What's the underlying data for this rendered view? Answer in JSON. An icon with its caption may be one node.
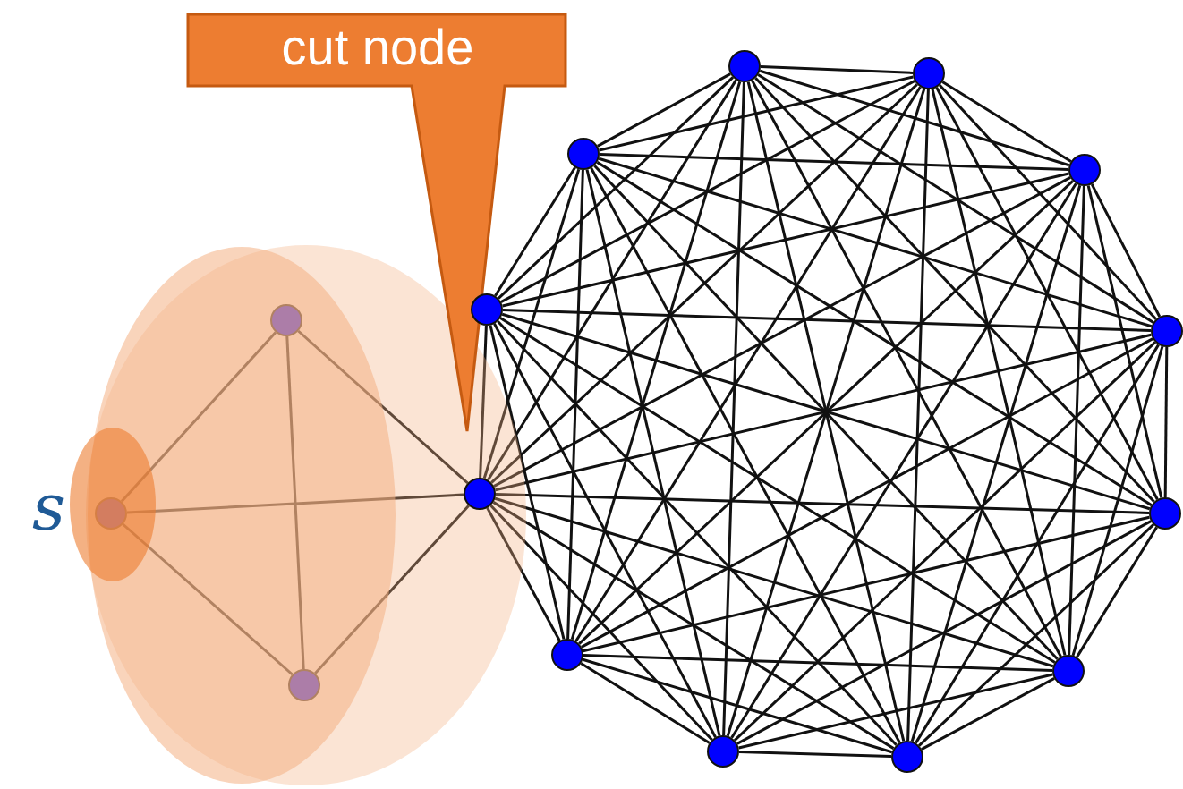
{
  "diagram": {
    "nodes": [
      {
        "text": [
          "cut node"
        ]
      },
      {
        "text": [],
        "shape": "circle",
        "beside": [
          "s"
        ]
      },
      {
        "text": [],
        "shape": "circle"
      },
      {
        "text": [],
        "shape": "circle"
      },
      {
        "text": [],
        "shape": "circle"
      },
      {
        "text": [],
        "shape": "circle"
      },
      {
        "text": [],
        "shape": "circle"
      },
      {
        "text": [],
        "shape": "circle"
      },
      {
        "text": [],
        "shape": "circle"
      },
      {
        "text": [],
        "shape": "circle"
      },
      {
        "text": [],
        "shape": "circle"
      },
      {
        "text": [],
        "shape": "circle"
      },
      {
        "text": [],
        "shape": "circle"
      },
      {
        "text": [],
        "shape": "circle"
      },
      {
        "text": [],
        "shape": "circle"
      },
      {
        "text": [],
        "shape": "circle"
      }
    ],
    "edges": [
      {
        "from": 1,
        "to": 2,
        "arrow": "none"
      },
      {
        "from": 1,
        "to": 3,
        "arrow": "none"
      },
      {
        "from": 1,
        "to": 4,
        "arrow": "none"
      },
      {
        "from": 2,
        "to": 3,
        "arrow": "none"
      },
      {
        "from": 2,
        "to": 4,
        "arrow": "none"
      },
      {
        "from": 3,
        "to": 4,
        "arrow": "none"
      },
      {
        "from": 4,
        "to": 5,
        "arrow": "none"
      },
      {
        "from": 4,
        "to": 6,
        "arrow": "none"
      },
      {
        "from": 4,
        "to": 7,
        "arrow": "none"
      },
      {
        "from": 4,
        "to": 8,
        "arrow": "none"
      },
      {
        "from": 4,
        "to": 9,
        "arrow": "none"
      },
      {
        "from": 4,
        "to": 10,
        "arrow": "none"
      },
      {
        "from": 4,
        "to": 11,
        "arrow": "none"
      },
      {
        "from": 4,
        "to": 12,
        "arrow": "none"
      },
      {
        "from": 4,
        "to": 13,
        "arrow": "none"
      },
      {
        "from": 4,
        "to": 14,
        "arrow": "none"
      },
      {
        "from": 4,
        "to": 15,
        "arrow": "none"
      },
      {
        "from": 5,
        "to": 6,
        "arrow": "none"
      },
      {
        "from": 5,
        "to": 7,
        "arrow": "none"
      },
      {
        "from": 5,
        "to": 8,
        "arrow": "none"
      },
      {
        "from": 5,
        "to": 9,
        "arrow": "none"
      },
      {
        "from": 5,
        "to": 10,
        "arrow": "none"
      },
      {
        "from": 5,
        "to": 11,
        "arrow": "none"
      },
      {
        "from": 5,
        "to": 12,
        "arrow": "none"
      },
      {
        "from": 5,
        "to": 13,
        "arrow": "none"
      },
      {
        "from": 5,
        "to": 14,
        "arrow": "none"
      },
      {
        "from": 5,
        "to": 15,
        "arrow": "none"
      },
      {
        "from": 6,
        "to": 7,
        "arrow": "none"
      },
      {
        "from": 6,
        "to": 8,
        "arrow": "none"
      },
      {
        "from": 6,
        "to": 9,
        "arrow": "none"
      },
      {
        "from": 6,
        "to": 10,
        "arrow": "none"
      },
      {
        "from": 6,
        "to": 11,
        "arrow": "none"
      },
      {
        "from": 6,
        "to": 12,
        "arrow": "none"
      },
      {
        "from": 6,
        "to": 13,
        "arrow": "none"
      },
      {
        "from": 6,
        "to": 14,
        "arrow": "none"
      },
      {
        "from": 6,
        "to": 15,
        "arrow": "none"
      },
      {
        "from": 7,
        "to": 8,
        "arrow": "none"
      },
      {
        "from": 7,
        "to": 9,
        "arrow": "none"
      },
      {
        "from": 7,
        "to": 10,
        "arrow": "none"
      },
      {
        "from": 7,
        "to": 11,
        "arrow": "none"
      },
      {
        "from": 7,
        "to": 12,
        "arrow": "none"
      },
      {
        "from": 7,
        "to": 13,
        "arrow": "none"
      },
      {
        "from": 7,
        "to": 14,
        "arrow": "none"
      },
      {
        "from": 7,
        "to": 15,
        "arrow": "none"
      },
      {
        "from": 8,
        "to": 9,
        "arrow": "none"
      },
      {
        "from": 8,
        "to": 10,
        "arrow": "none"
      },
      {
        "from": 8,
        "to": 11,
        "arrow": "none"
      },
      {
        "from": 8,
        "to": 12,
        "arrow": "none"
      },
      {
        "from": 8,
        "to": 13,
        "arrow": "none"
      },
      {
        "from": 8,
        "to": 14,
        "arrow": "none"
      },
      {
        "from": 8,
        "to": 15,
        "arrow": "none"
      },
      {
        "from": 9,
        "to": 10,
        "arrow": "none"
      },
      {
        "from": 9,
        "to": 11,
        "arrow": "none"
      },
      {
        "from": 9,
        "to": 12,
        "arrow": "none"
      },
      {
        "from": 9,
        "to": 13,
        "arrow": "none"
      },
      {
        "from": 9,
        "to": 14,
        "arrow": "none"
      },
      {
        "from": 9,
        "to": 15,
        "arrow": "none"
      },
      {
        "from": 10,
        "to": 11,
        "arrow": "none"
      },
      {
        "from": 10,
        "to": 12,
        "arrow": "none"
      },
      {
        "from": 10,
        "to": 13,
        "arrow": "none"
      },
      {
        "from": 10,
        "to": 14,
        "arrow": "none"
      },
      {
        "from": 10,
        "to": 15,
        "arrow": "none"
      },
      {
        "from": 11,
        "to": 12,
        "arrow": "none"
      },
      {
        "from": 11,
        "to": 13,
        "arrow": "none"
      },
      {
        "from": 11,
        "to": 14,
        "arrow": "none"
      },
      {
        "from": 11,
        "to": 15,
        "arrow": "none"
      },
      {
        "from": 12,
        "to": 13,
        "arrow": "none"
      },
      {
        "from": 12,
        "to": 14,
        "arrow": "none"
      },
      {
        "from": 12,
        "to": 15,
        "arrow": "none"
      },
      {
        "from": 13,
        "to": 14,
        "arrow": "none"
      },
      {
        "from": 13,
        "to": 15,
        "arrow": "none"
      },
      {
        "from": 14,
        "to": 15,
        "arrow": "none"
      }
    ]
  }
}
